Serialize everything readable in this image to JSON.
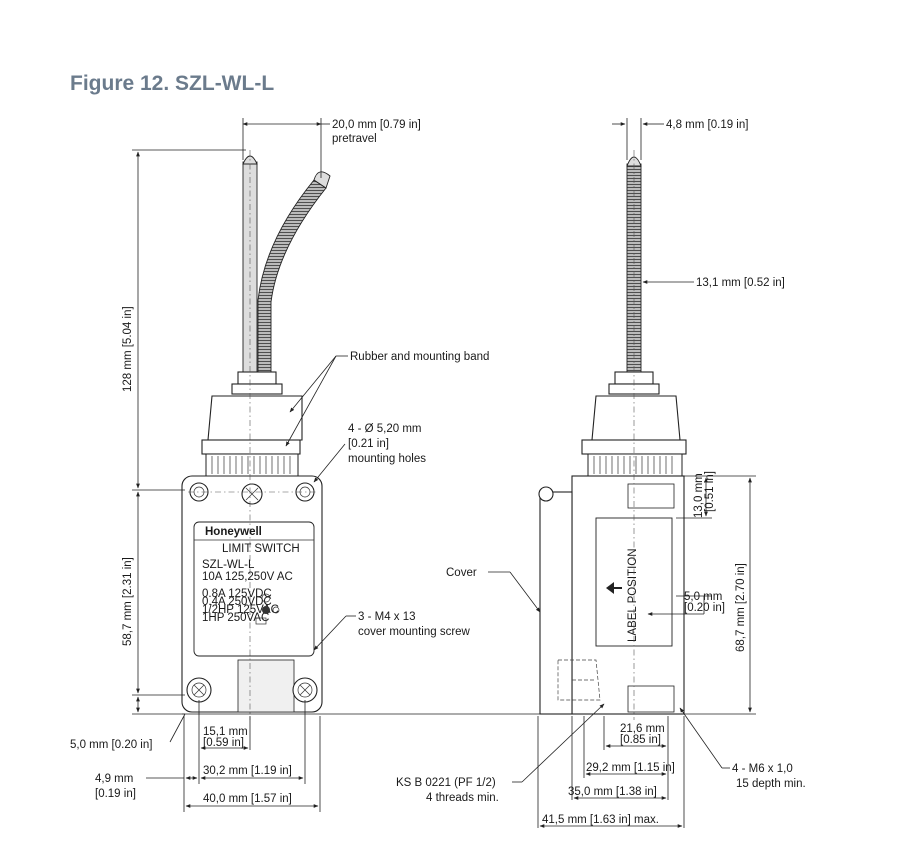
{
  "figure_title": "Figure 12. SZL-WL-L",
  "front_view": {
    "dim_pretravel": "20,0 mm [0.79 in]",
    "dim_pretravel_note": "pretravel",
    "dim_height_total": "128 mm [5.04 in]",
    "dim_height_body": "58,7 mm [2.31 in]",
    "dim_bottom_offset": "5,0 mm [0.20 in]",
    "dim_edge_offset_a": "4,9 mm",
    "dim_edge_offset_b": "[0.19 in]",
    "dim_hole_spacing_a": "15,1 mm",
    "dim_hole_spacing_b": "[0.59 in]",
    "dim_width_holes": "30,2 mm [1.19 in]",
    "dim_width_total": "40,0 mm [1.57 in]",
    "callout_band": "Rubber and mounting band",
    "callout_holes_1": "4 - Ø 5,20 mm",
    "callout_holes_2": "[0.21 in]",
    "callout_holes_3": "mounting holes",
    "callout_screws_1": "3 - M4 x 13",
    "callout_screws_2": "cover mounting screw",
    "label": {
      "brand": "Honeywell",
      "type": "LIMIT SWITCH",
      "model": "SZL-WL-L",
      "rating": "10A  125,250V AC",
      "spec_1": "0.8A  125VDC",
      "spec_2": "0.4A  250VDC",
      "spec_3": "1/2HP  125VAC",
      "spec_4": "1HP  250VAC"
    }
  },
  "side_view": {
    "dim_rod": "4,8 mm [0.19 in]",
    "dim_rod_dia": "13,1 mm [0.52 in]",
    "dim_top_a": "13,0 mm",
    "dim_top_b": "[0.51 in]",
    "dim_mid_a": "5,0 mm",
    "dim_mid_b": "[0.20 in]",
    "dim_height": "68,7 mm [2.70 in]",
    "dim_216_a": "21,6 mm",
    "dim_216_b": "[0.85 in]",
    "dim_292": "29,2 mm [1.15 in]",
    "dim_350": "35,0 mm [1.38 in]",
    "dim_415": "41,5 mm [1.63 in] max.",
    "label_position": "LABEL POSITION",
    "callout_cover": "Cover",
    "callout_ks_1": "KS B 0221 (PF 1/2)",
    "callout_ks_2": "4 threads min.",
    "callout_m6_1": "4 - M6 x 1,0",
    "callout_m6_2": "15 depth min."
  }
}
